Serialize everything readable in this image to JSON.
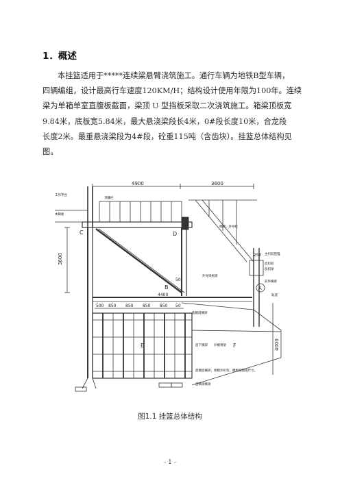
{
  "section": {
    "heading": "1．概述",
    "lines": [
      "本挂篮适用于*****连续梁悬臂浇筑施工。通行车辆为地铁B型车辆，",
      "四辆编组，设计最高行车速度120KM/H；结构设计使用年限为100年。连续",
      "梁为单箱单室直腹板截面，梁顶 U 型挡板采取二次浇筑施工。箱梁顶板宽",
      "9.84米，底板宽5.84米，最大悬浇梁段长4米，0#段长度10米，合龙段",
      "长度2米。最重悬浇梁段为4#段，砼重115吨（含齿块）。挂篮总体结构见",
      "图。"
    ]
  },
  "figure": {
    "caption": "图1.1 挂篮总体结构",
    "dims": {
      "top_left": "4900",
      "top_right": "3600",
      "left_vertical": "3600",
      "middle": "4400",
      "right_vertical": "4000",
      "right_small": "250",
      "small_50": "50",
      "bottom_row": [
        "500",
        "850",
        "850",
        "850",
        "850",
        "50"
      ]
    },
    "markers": {
      "c": "C",
      "d": "D",
      "b": "B",
      "a": "A",
      "e": "E",
      "f": "F"
    },
    "labels": {
      "work_platform": "工作平台",
      "wood_board": "木脚板",
      "guardrail": "顶護栏",
      "stair_guard": "梯梯，外导栏",
      "top_anchor": "主桁前后锚",
      "reaction_wheel": "反扣轮",
      "reaction_beam": "反扣梁",
      "hanger": "前吊横梁",
      "outer_guide": "外导梁拖梁",
      "rail": "轨道",
      "anchor_beam": "底模前横梁",
      "mid_label": "后下横梁",
      "bottom_frame": "外模骨架",
      "bottom_note": "底模后横梁，侧模外桁架，模板按图纸尺寸。",
      "bottom_right": "后横梁横梁"
    }
  },
  "page": {
    "number": "- 1 -"
  }
}
